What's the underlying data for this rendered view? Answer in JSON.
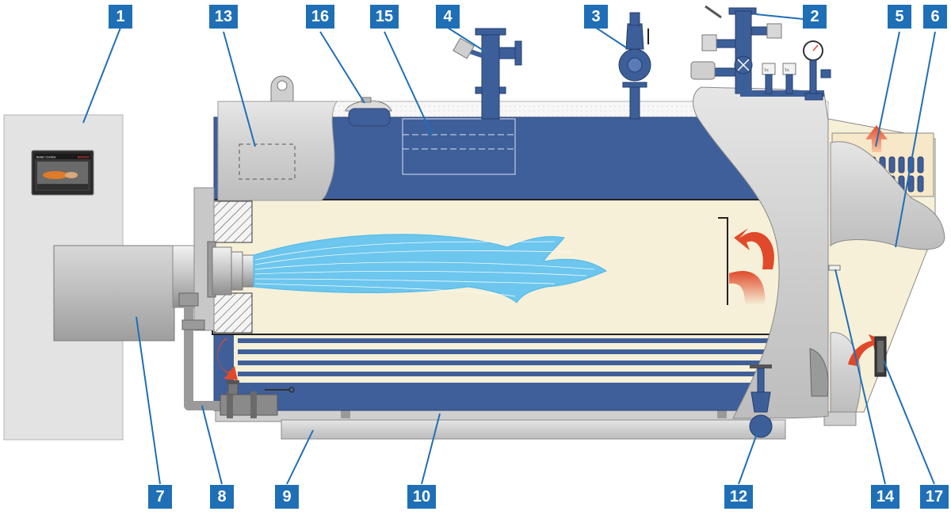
{
  "control_panel": {
    "screen_title": "Boiler Control",
    "screen_brand": "BOSCH"
  },
  "gauge_labels": [
    "lc",
    "lc"
  ],
  "callouts": [
    {
      "id": "1",
      "label": "1"
    },
    {
      "id": "13",
      "label": "13"
    },
    {
      "id": "16",
      "label": "16"
    },
    {
      "id": "15",
      "label": "15"
    },
    {
      "id": "4",
      "label": "4"
    },
    {
      "id": "3",
      "label": "3"
    },
    {
      "id": "2",
      "label": "2"
    },
    {
      "id": "5",
      "label": "5"
    },
    {
      "id": "6",
      "label": "6"
    },
    {
      "id": "7",
      "label": "7"
    },
    {
      "id": "8",
      "label": "8"
    },
    {
      "id": "9",
      "label": "9"
    },
    {
      "id": "10",
      "label": "10"
    },
    {
      "id": "12",
      "label": "12"
    },
    {
      "id": "14",
      "label": "14"
    },
    {
      "id": "17",
      "label": "17"
    }
  ],
  "colors": {
    "water": "#3f5f9a",
    "furnace": "#f6f0d8",
    "casing": "#d4d4d4",
    "flame": "#4fb8e8",
    "fitting": "#3d5f99",
    "label": "#1f6fb6",
    "arrow": "#e04a2a"
  }
}
